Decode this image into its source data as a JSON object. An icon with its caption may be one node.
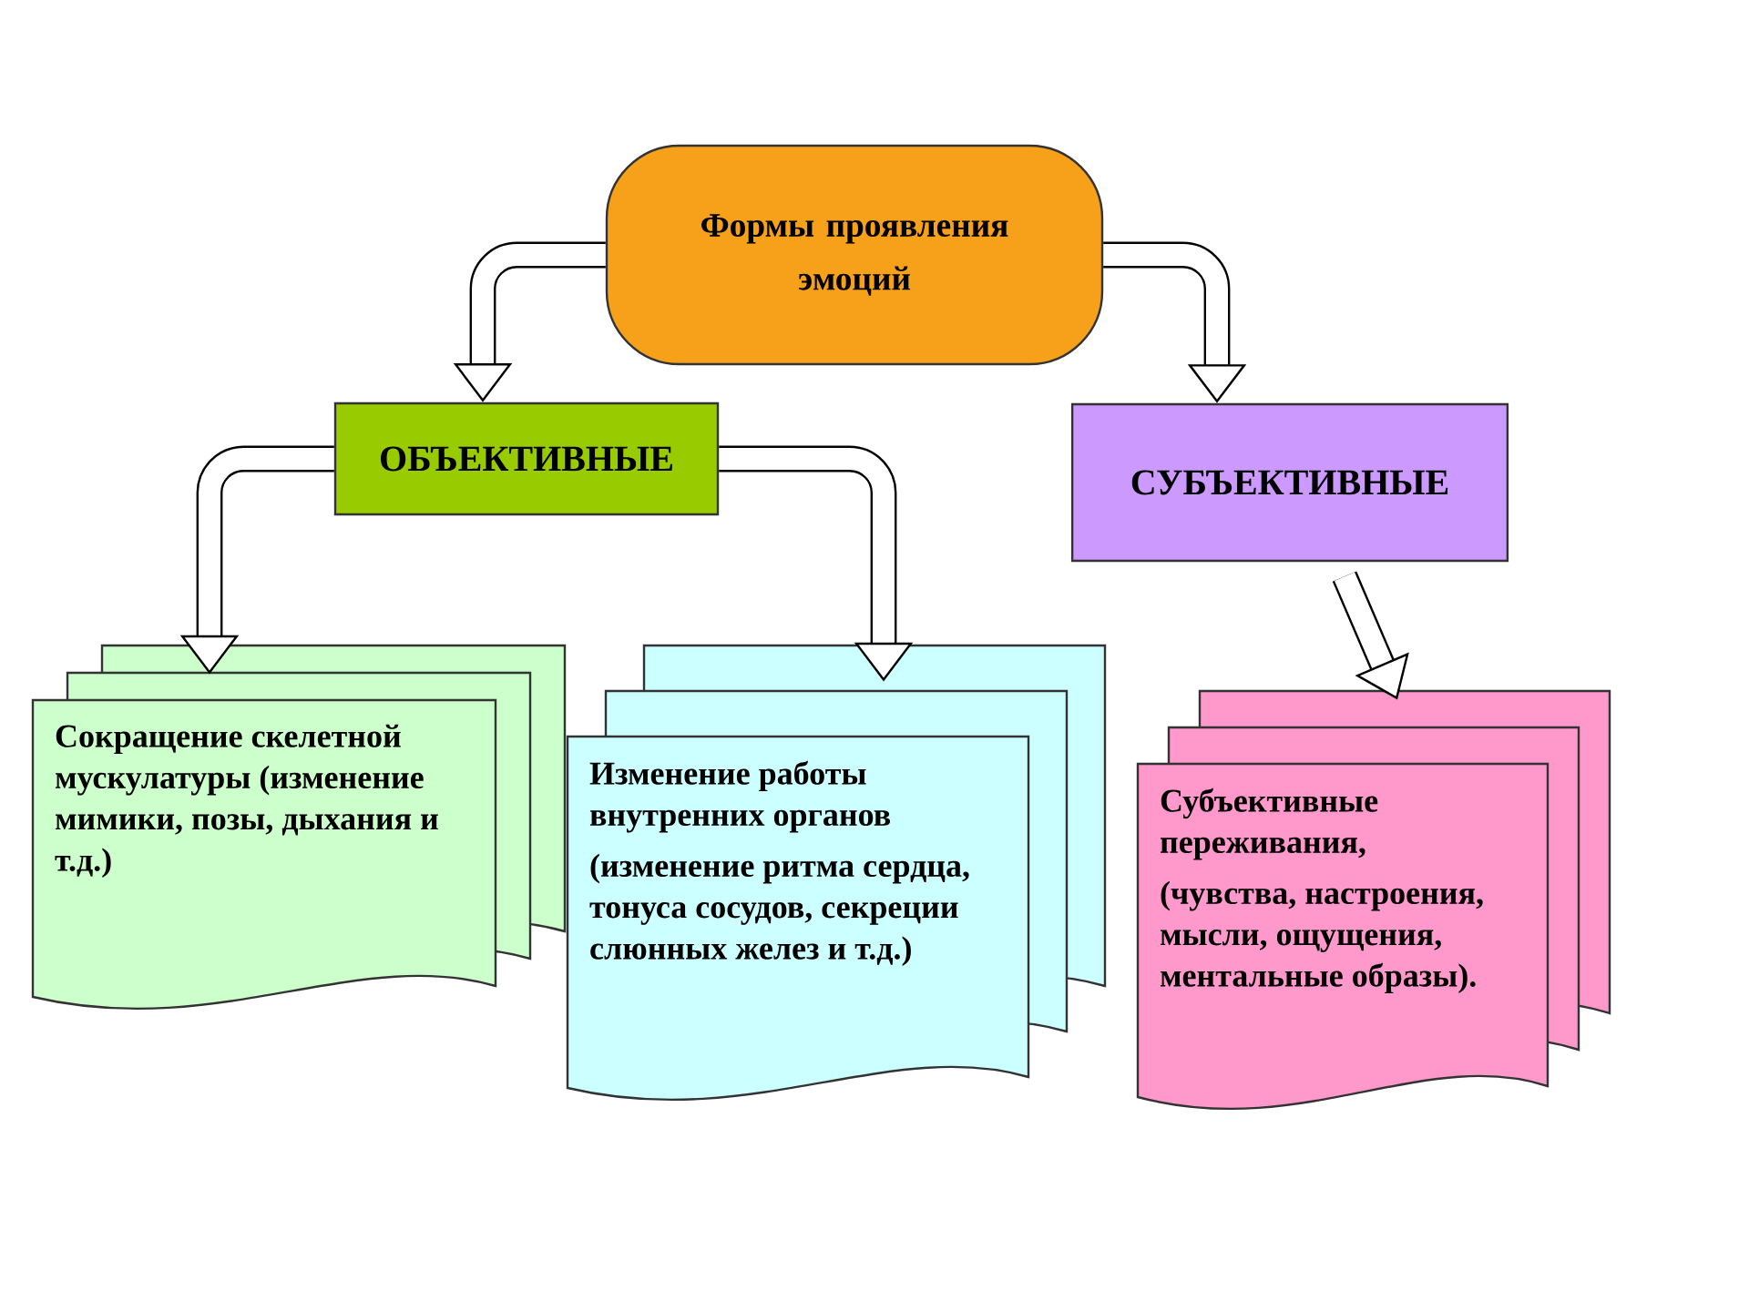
{
  "diagram": {
    "nodes": [
      {
        "text": [
          "Формы проявления эмоций"
        ]
      },
      {
        "text": [
          "ОБЪЕКТИВНЫЕ"
        ]
      },
      {
        "text": [
          "СУБЪЕКТИВНЫЕ"
        ]
      },
      {
        "text": [
          "Сокращение скелетной мускулатуры (изменение мимики, позы, дыхания и т.д.)"
        ]
      },
      {
        "text": [
          "Изменение работы внутренних органов",
          "(изменение ритма сердца, тонуса сосудов, секреции слюнных желез и т.д.)"
        ]
      },
      {
        "text": [
          "Субъективные переживания,",
          "(чувства, настроения, мысли, ощущения, ментальные образы)."
        ]
      }
    ],
    "edges": [
      {
        "from": 0,
        "to": 1,
        "arrow": "to"
      },
      {
        "from": 0,
        "to": 2,
        "arrow": "to"
      },
      {
        "from": 1,
        "to": 3,
        "arrow": "to"
      },
      {
        "from": 1,
        "to": 4,
        "arrow": "to"
      },
      {
        "from": 2,
        "to": 5,
        "arrow": "to"
      }
    ]
  }
}
